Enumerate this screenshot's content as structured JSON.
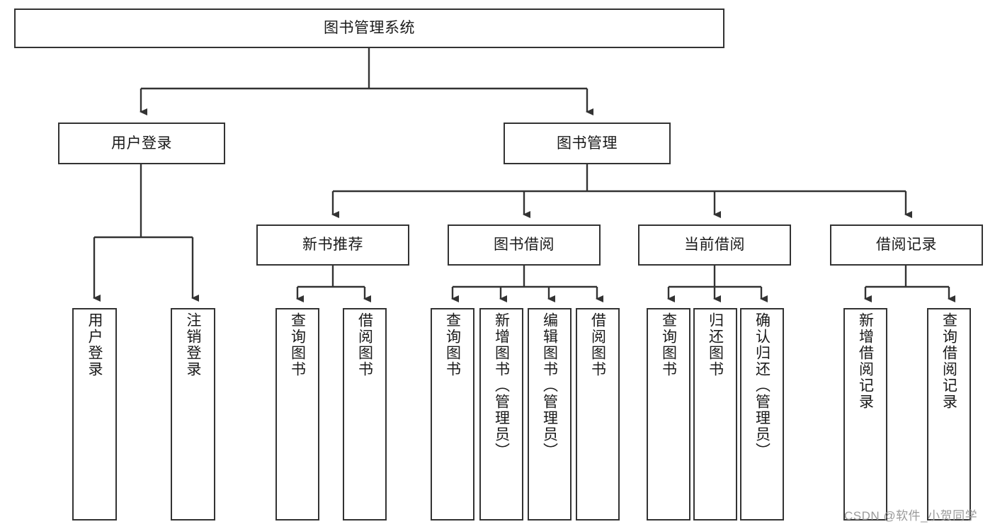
{
  "diagram": {
    "type": "hierarchy-tree",
    "title": "图书管理系统",
    "orientation": "top-down",
    "colors": {
      "box_border": "#333333",
      "box_fill": "#ffffff",
      "connector": "#333333",
      "text": "#1a1a1a",
      "watermark": "#9a9a9a",
      "background": "#ffffff"
    },
    "nodes": {
      "root": {
        "label": "图书管理系统"
      },
      "level2": [
        {
          "label": "用户登录"
        },
        {
          "label": "图书管理"
        }
      ],
      "level3": [
        {
          "label": "新书推荐"
        },
        {
          "label": "图书借阅"
        },
        {
          "label": "当前借阅"
        },
        {
          "label": "借阅记录"
        }
      ],
      "leaves": {
        "user_login": [
          {
            "label": "用户登录"
          },
          {
            "label": "注销登录"
          }
        ],
        "new_book_recommend": [
          {
            "label": "查询图书"
          },
          {
            "label": "借阅图书"
          }
        ],
        "book_borrow": [
          {
            "label": "查询图书"
          },
          {
            "label": "新增图书（管理员）"
          },
          {
            "label": "编辑图书（管理员）"
          },
          {
            "label": "借阅图书"
          }
        ],
        "current_borrow": [
          {
            "label": "查询图书"
          },
          {
            "label": "归还图书"
          },
          {
            "label": "确认归还（管理员）"
          }
        ],
        "borrow_record": [
          {
            "label": "新增借阅记录"
          },
          {
            "label": "查询借阅记录"
          }
        ]
      }
    },
    "watermark": "CSDN @软件_小贺同学"
  }
}
